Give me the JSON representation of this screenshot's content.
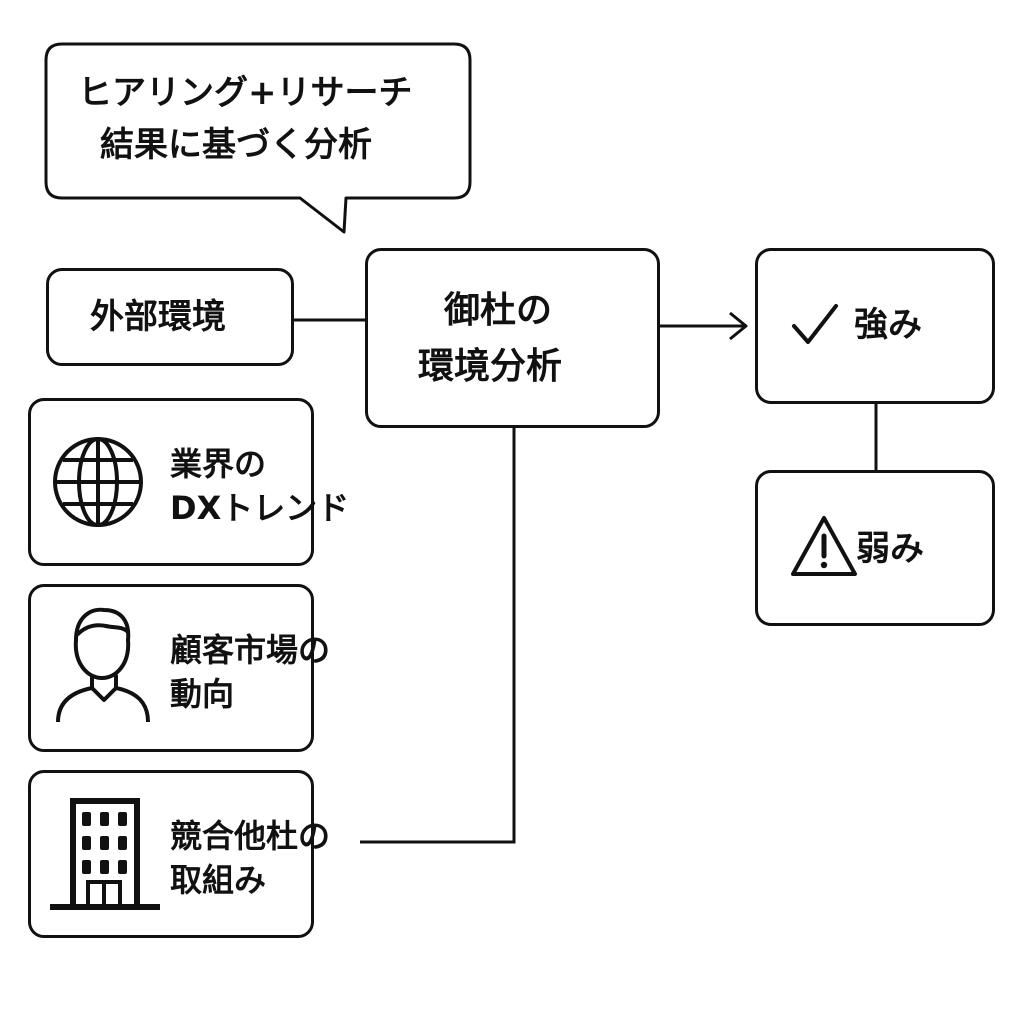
{
  "callout": {
    "line1": "ヒアリング+リサーチ",
    "line2": "結果に基づく分析"
  },
  "external": {
    "label": "外部環境"
  },
  "center": {
    "line1": "御杜の",
    "line2": "環境分析"
  },
  "strength": {
    "label": "強み",
    "icon": "check-icon"
  },
  "weakness": {
    "label": "弱み",
    "icon": "warning-icon"
  },
  "factors": [
    {
      "line1": "業界の",
      "line2": "DXトレンド",
      "icon": "globe-icon"
    },
    {
      "line1": "顧客市場の",
      "line2": "動向",
      "icon": "person-icon"
    },
    {
      "line1": "競合他杜の",
      "line2": "取組み",
      "icon": "building-icon"
    }
  ],
  "colors": {
    "stroke": "#111111",
    "background": "#ffffff"
  }
}
